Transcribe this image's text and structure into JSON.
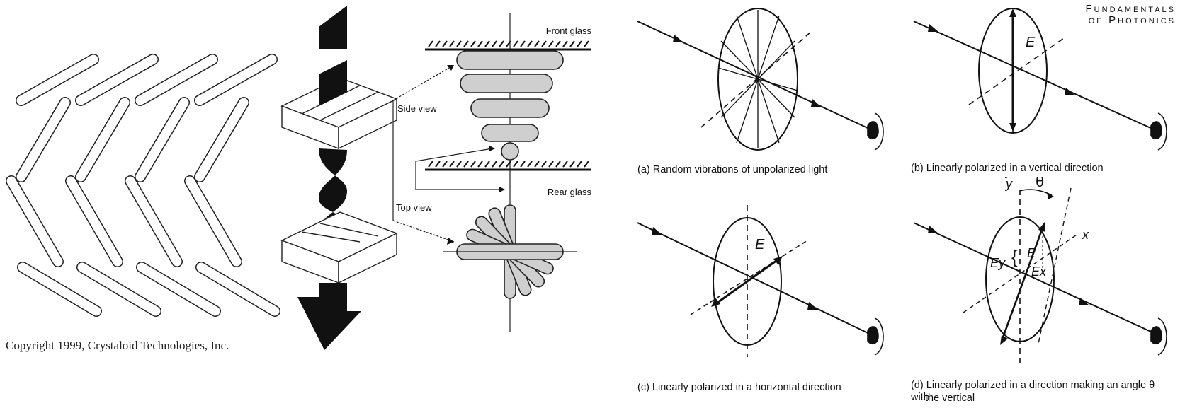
{
  "brand": {
    "line1": "Fundamentals",
    "line2": "of Photonics"
  },
  "lc_panel": {
    "copyright": "Copyright 1999, Crystaloid Technologies, Inc."
  },
  "twist_panel": {
    "front_glass": "Front glass",
    "rear_glass": "Rear glass",
    "side_view": "Side view",
    "top_view": "Top view"
  },
  "polarization": {
    "captions": {
      "a": "(a) Random vibrations of unpolarized light",
      "b": "(b) Linearly polarized in a vertical direction",
      "c": "(c) Linearly polarized in a horizontal direction",
      "d_line1": "(d) Linearly polarized in a direction making an angle θ with",
      "d_line2": "the vertical"
    },
    "labels": {
      "E": "E",
      "Ey": "Ey",
      "Ex": "Ex",
      "x": "x",
      "y": "y",
      "theta": "θ"
    }
  }
}
